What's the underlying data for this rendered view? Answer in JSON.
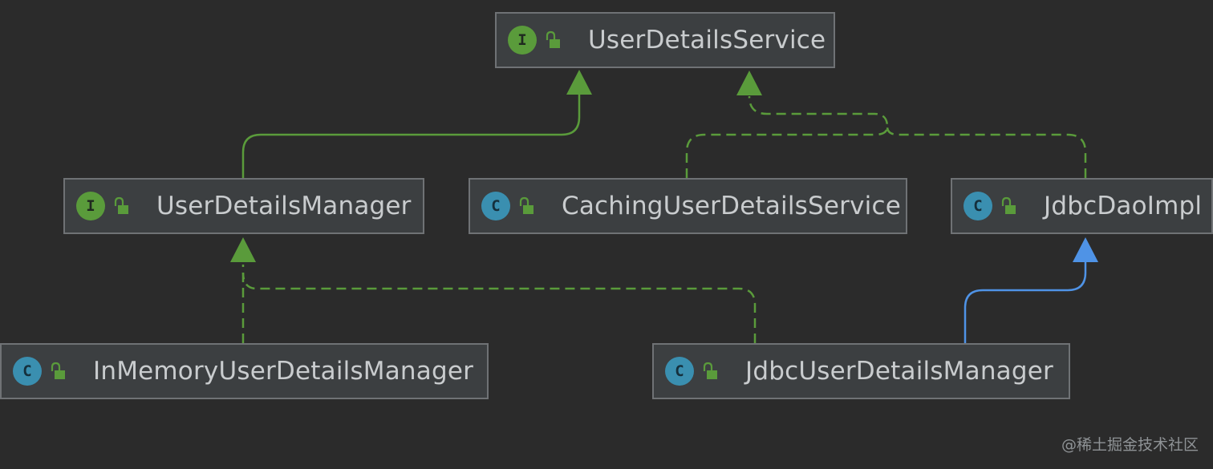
{
  "nodes": {
    "user_details_service": {
      "name": "UserDetailsService",
      "kind": "interface",
      "badge": "I"
    },
    "user_details_manager": {
      "name": "UserDetailsManager",
      "kind": "interface",
      "badge": "I"
    },
    "caching_user_details_service": {
      "name": "CachingUserDetailsService",
      "kind": "class",
      "badge": "C"
    },
    "jdbc_dao_impl": {
      "name": "JdbcDaoImpl",
      "kind": "class",
      "badge": "C"
    },
    "in_memory_user_details_manager": {
      "name": "InMemoryUserDetailsManager",
      "kind": "class",
      "badge": "C"
    },
    "jdbc_user_details_manager": {
      "name": "JdbcUserDetailsManager",
      "kind": "class",
      "badge": "C"
    }
  },
  "edges": [
    {
      "from": "UserDetailsManager",
      "to": "UserDetailsService",
      "style": "solid",
      "color": "#5a9b3b"
    },
    {
      "from": "CachingUserDetailsService",
      "to": "UserDetailsService",
      "style": "dashed",
      "color": "#5a9b3b"
    },
    {
      "from": "JdbcDaoImpl",
      "to": "UserDetailsService",
      "style": "dashed",
      "color": "#5a9b3b"
    },
    {
      "from": "InMemoryUserDetailsManager",
      "to": "UserDetailsManager",
      "style": "dashed",
      "color": "#5a9b3b"
    },
    {
      "from": "JdbcUserDetailsManager",
      "to": "UserDetailsManager",
      "style": "dashed",
      "color": "#5a9b3b"
    },
    {
      "from": "JdbcUserDetailsManager",
      "to": "JdbcDaoImpl",
      "style": "solid",
      "color": "#4f93e6"
    }
  ],
  "colors": {
    "background": "#2b2b2b",
    "interface_badge": "#5a9b3b",
    "class_badge": "#3a8fb0",
    "lock": "#5a9b3b",
    "implements_line": "#5a9b3b",
    "extends_line": "#4f93e6"
  },
  "icons": [
    "interface-badge-icon",
    "class-badge-icon",
    "unlock-icon"
  ],
  "watermark": "@稀土掘金技术社区"
}
